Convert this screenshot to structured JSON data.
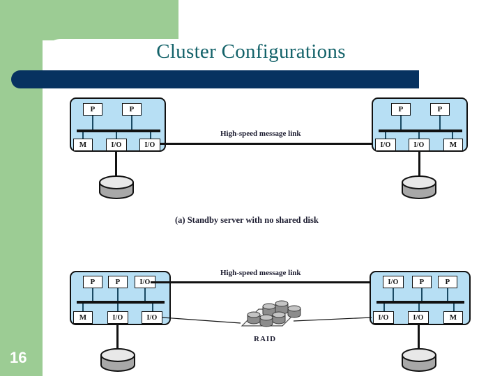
{
  "slide": {
    "title": "Cluster Configurations",
    "page_number": "16",
    "accent_green": "#9ccc94",
    "accent_navy": "#073260",
    "title_color": "#136269",
    "chassis_fill": "#b7dff4"
  },
  "figure": {
    "diagram_a": {
      "caption": "(a) Standby server with no shared disk",
      "link_label": "High-speed message link",
      "left_node": {
        "top_row": [
          "P",
          "P"
        ],
        "bottom_row": [
          "M",
          "I/O",
          "I/O"
        ]
      },
      "right_node": {
        "top_row": [
          "P",
          "P"
        ],
        "bottom_row": [
          "I/O",
          "I/O",
          "M"
        ]
      },
      "left_disk": "disk-icon",
      "right_disk": "disk-icon"
    },
    "diagram_b": {
      "link_label": "High-speed message link",
      "storage_label": "RAID",
      "left_node": {
        "top_row": [
          "P",
          "P",
          "I/O"
        ],
        "bottom_row": [
          "M",
          "I/O",
          "I/O"
        ]
      },
      "right_node": {
        "top_row": [
          "I/O",
          "P",
          "P"
        ],
        "bottom_row": [
          "I/O",
          "I/O",
          "M"
        ]
      },
      "left_disk": "disk-icon",
      "right_disk": "disk-icon"
    }
  }
}
